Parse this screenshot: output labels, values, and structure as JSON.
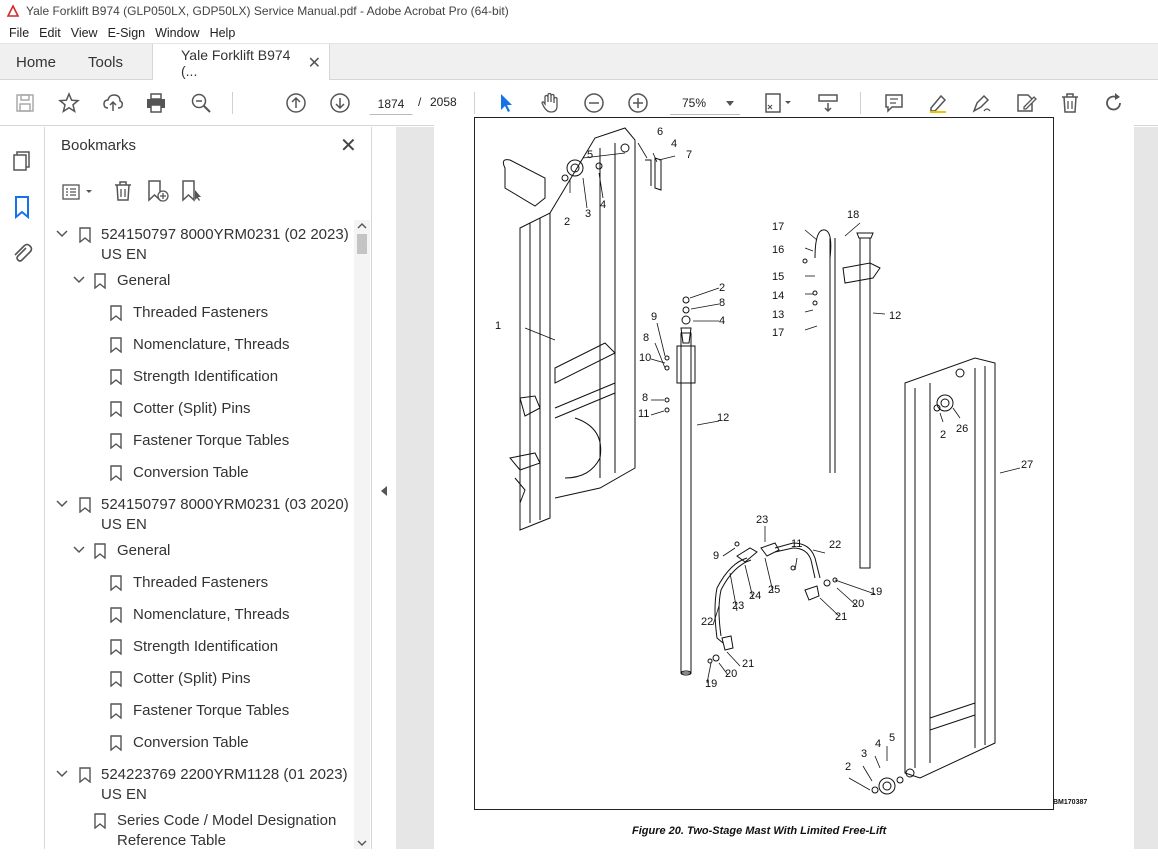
{
  "window": {
    "title": "Yale Forklift B974 (GLP050LX, GDP50LX) Service Manual.pdf - Adobe Acrobat Pro (64-bit)"
  },
  "menu": [
    "File",
    "Edit",
    "View",
    "E-Sign",
    "Window",
    "Help"
  ],
  "tabs": {
    "home": "Home",
    "tools": "Tools",
    "document": "Yale Forklift B974 (..."
  },
  "toolbar": {
    "page_current": "1874",
    "page_sep": "/",
    "page_total": "2058",
    "zoom": "75%"
  },
  "bookmarks": {
    "header": "Bookmarks",
    "items": [
      {
        "label": "524150797 8000YRM0231 (02 2023) US EN",
        "level": 0,
        "expanded": true
      },
      {
        "label": "General",
        "level": 1,
        "expanded": true
      },
      {
        "label": "Threaded Fasteners",
        "level": 2
      },
      {
        "label": "Nomenclature, Threads",
        "level": 2
      },
      {
        "label": "Strength Identification",
        "level": 2
      },
      {
        "label": "Cotter (Split) Pins",
        "level": 2
      },
      {
        "label": "Fastener Torque Tables",
        "level": 2
      },
      {
        "label": "Conversion Table",
        "level": 2
      },
      {
        "label": "524150797 8000YRM0231 (03 2020) US EN",
        "level": 0,
        "expanded": true
      },
      {
        "label": "General",
        "level": 1,
        "expanded": true
      },
      {
        "label": "Threaded Fasteners",
        "level": 2
      },
      {
        "label": "Nomenclature, Threads",
        "level": 2
      },
      {
        "label": "Strength Identification",
        "level": 2
      },
      {
        "label": "Cotter (Split) Pins",
        "level": 2
      },
      {
        "label": "Fastener Torque Tables",
        "level": 2
      },
      {
        "label": "Conversion Table",
        "level": 2
      },
      {
        "label": "524223769 2200YRM1128 (01 2023) US EN",
        "level": 0,
        "expanded": true
      },
      {
        "label": "Series Code / Model Designation Reference Table",
        "level": 1
      }
    ]
  },
  "document": {
    "caption": "Figure 20. Two-Stage Mast With Limited Free-Lift",
    "figure_code": "BM170387",
    "callouts": [
      "6",
      "5",
      "4",
      "7",
      "2",
      "3",
      "4",
      "18",
      "17",
      "16",
      "15",
      "14",
      "13",
      "17",
      "12",
      "2",
      "8",
      "4",
      "9",
      "8",
      "10",
      "8",
      "11",
      "12",
      "1",
      "2",
      "26",
      "27",
      "23",
      "22",
      "9",
      "11",
      "19",
      "20",
      "21",
      "24",
      "25",
      "23",
      "22",
      "21",
      "20",
      "19",
      "5",
      "4",
      "3",
      "2"
    ]
  },
  "colors": {
    "accent": "#1473e6",
    "pdf_red": "#d7262b"
  }
}
